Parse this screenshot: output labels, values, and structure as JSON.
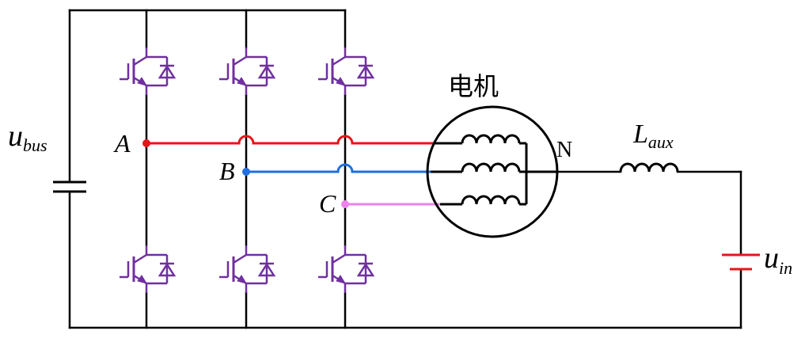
{
  "labels": {
    "u_bus_main": "u",
    "u_bus_sub": "bus",
    "node_a": "A",
    "node_b": "B",
    "node_c": "C",
    "motor": "电机",
    "neutral": "N",
    "l_aux_main": "L",
    "l_aux_sub": "aux",
    "u_in_main": "u",
    "u_in_sub": "in"
  },
  "colors": {
    "wire": "#000000",
    "igbt": "#7030a0",
    "phase_a": "#e8141b",
    "phase_b": "#1f6fe0",
    "phase_c": "#ee82ee",
    "source": "#e8141b"
  }
}
